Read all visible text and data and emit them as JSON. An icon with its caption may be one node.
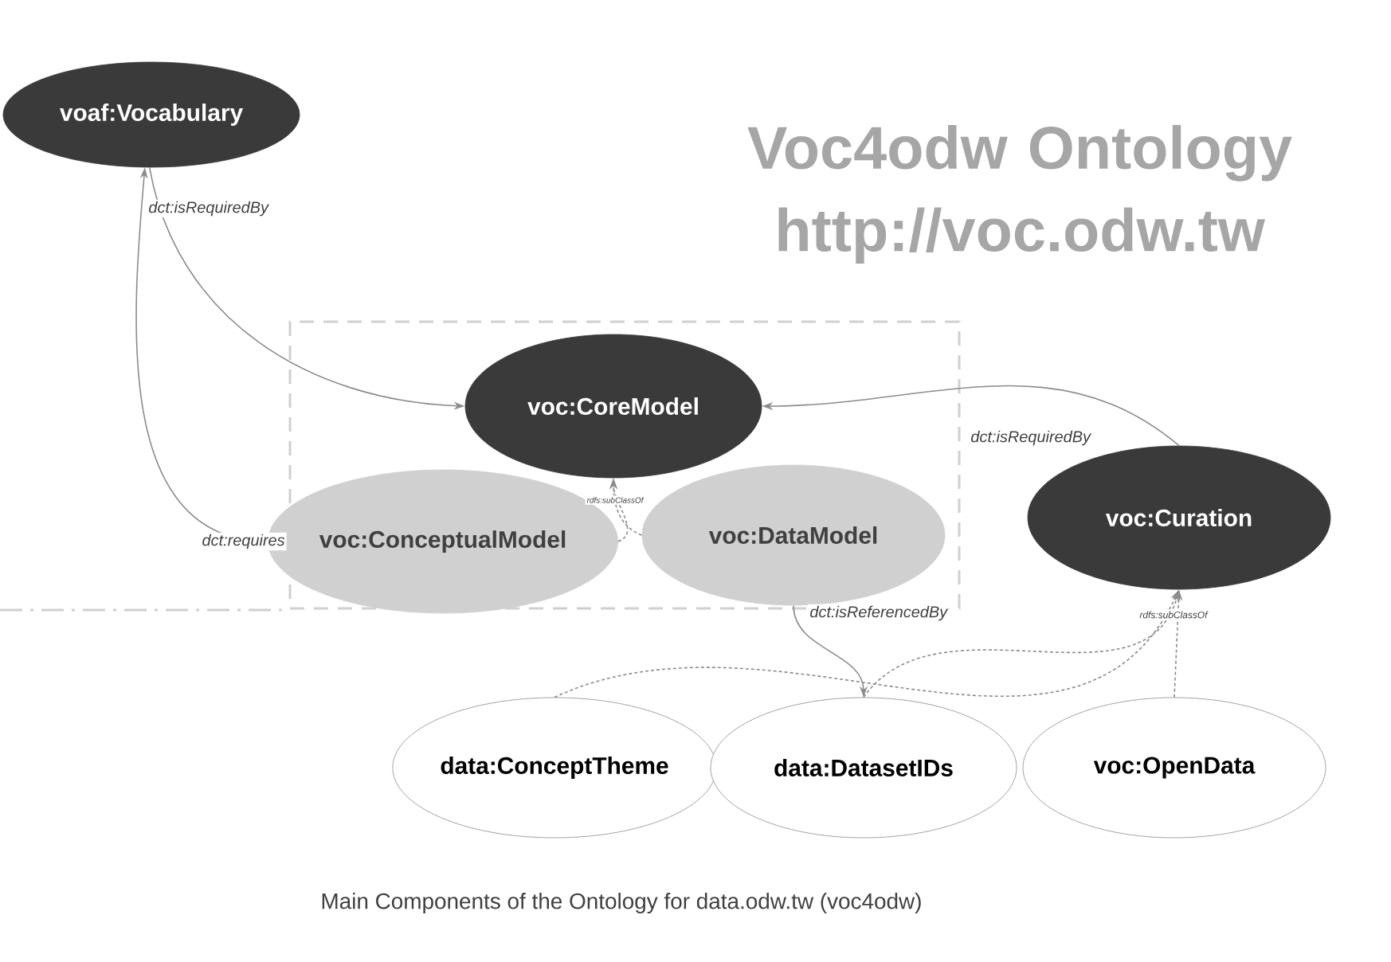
{
  "diagram": {
    "title": "Voc4odw Ontology http://voc.odw.tw",
    "caption": "Main Components of the Ontology for data.odw.tw (voc4odw)",
    "nodes": [
      {
        "text": [
          "voaf:Vocabulary"
        ]
      },
      {
        "text": [],
        "shape": "box"
      },
      {
        "text": [
          "voc:CoreModel"
        ],
        "in": 1
      },
      {
        "text": [
          "voc:ConceptualModel"
        ],
        "in": 1
      },
      {
        "text": [
          "voc:DataModel"
        ],
        "in": 1
      },
      {
        "text": [
          "voc:Curation"
        ]
      },
      {
        "text": [
          "data:ConceptTheme"
        ]
      },
      {
        "text": [
          "data:DatasetIDs"
        ]
      },
      {
        "text": [
          "voc:OpenData"
        ]
      }
    ],
    "edges": [
      {
        "from": 0,
        "to": 2,
        "arrow": "to",
        "label": "dct:isRequiredBy"
      },
      {
        "from": 3,
        "to": 0,
        "arrow": "to",
        "label": "dct:requires"
      },
      {
        "from": 3,
        "to": 2,
        "arrow": "to",
        "style": "dashed",
        "label": "rdfs:subClassOf"
      },
      {
        "from": 4,
        "to": 2,
        "arrow": "to",
        "style": "dashed"
      },
      {
        "from": 5,
        "to": 2,
        "arrow": "to",
        "label": "dct:isRequiredBy"
      },
      {
        "from": 4,
        "to": 7,
        "arrow": "to",
        "label": "dct:isReferencedBy"
      },
      {
        "from": 6,
        "to": 5,
        "arrow": "to",
        "style": "dashed"
      },
      {
        "from": 7,
        "to": 5,
        "arrow": "to",
        "style": "dashed"
      },
      {
        "from": 8,
        "to": 5,
        "arrow": "to",
        "style": "dashed",
        "label": "rdfs:subClassOf"
      }
    ]
  }
}
